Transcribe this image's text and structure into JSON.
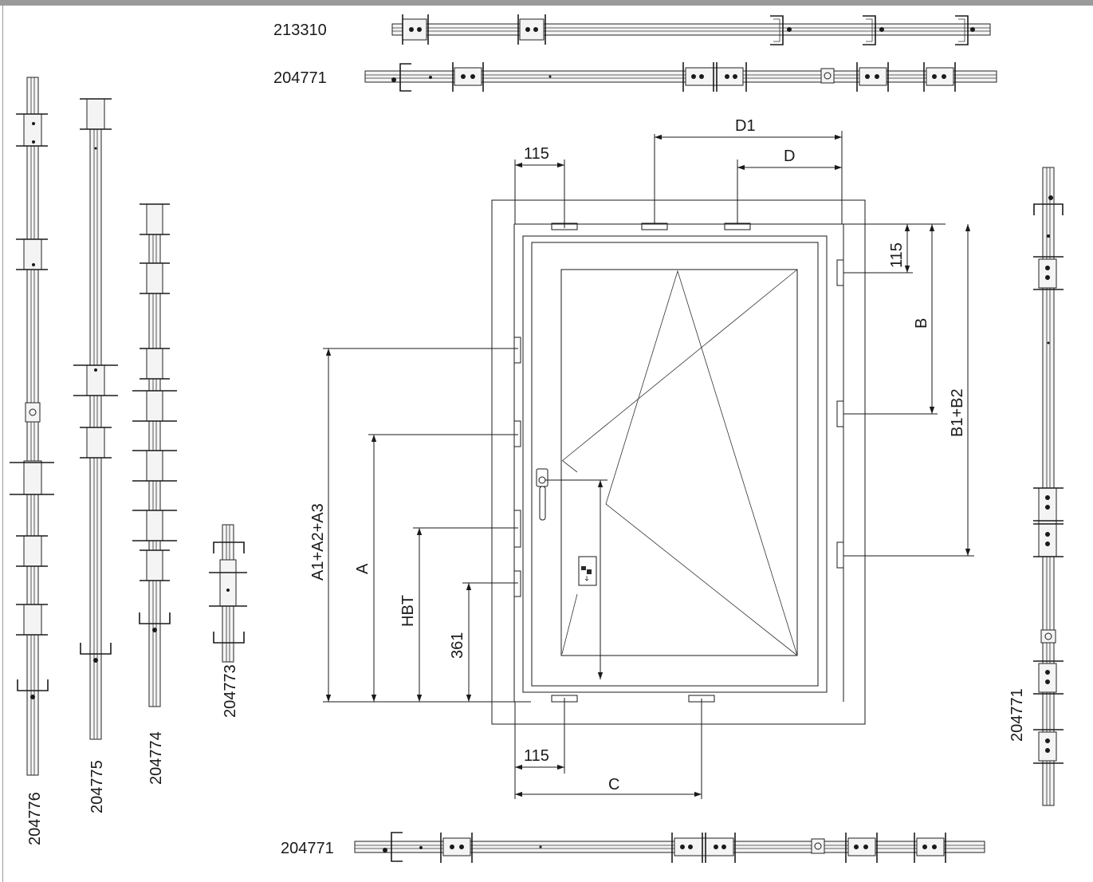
{
  "part_numbers": {
    "top_rail_1": "213310",
    "top_rail_2": "204771",
    "bottom_rail": "204771",
    "right_rail": "204771",
    "left_1": "204776",
    "left_2": "204775",
    "left_3": "204774",
    "left_4": "204773"
  },
  "dimensions": {
    "d1": "D1",
    "d": "D",
    "top_115": "115",
    "right_115": "115",
    "b": "B",
    "b1b2": "B1+B2",
    "a1a2a3": "A1+A2+A3",
    "a": "A",
    "hbt": "HBT",
    "h361": "361",
    "bottom_115": "115",
    "c": "C"
  },
  "colors": {
    "line": "#1a1a1a",
    "border": "#9a9a9a"
  }
}
